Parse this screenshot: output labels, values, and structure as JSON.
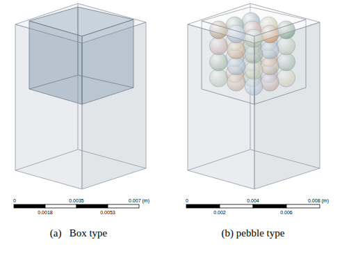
{
  "diagram": {
    "labels": [
      "0",
      "0.0035",
      "0.007 (m)",
      "0.0018",
      "0.0053",
      "0",
      "0.004",
      "0.008 (m)",
      "0.002",
      "0.006",
      "(a)   Box type",
      "(b) pebble type"
    ]
  }
}
